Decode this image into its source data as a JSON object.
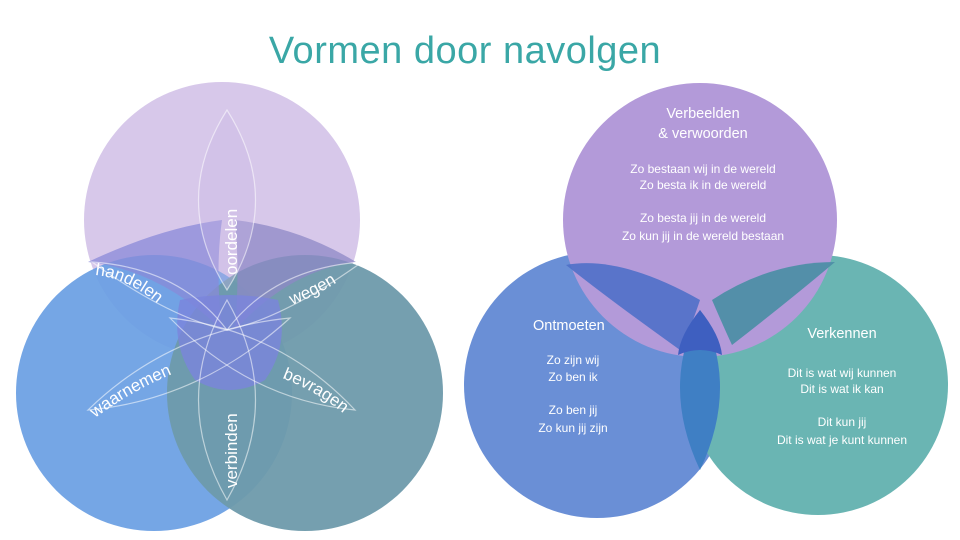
{
  "title": "Vormen door navolgen",
  "left_diagram": {
    "petal_labels": {
      "oordelen": "oordelen",
      "handelen": "handelen",
      "wegen": "wegen",
      "waarnemen": "waarnemen",
      "bevragen": "bevragen",
      "verbinden": "verbinden"
    },
    "colors": {
      "top": "#d7c8ea",
      "left": "#6b9fe3",
      "right": "#6e9aab"
    }
  },
  "right_diagram": {
    "top": {
      "heading_line1": "Verbeelden",
      "heading_line2": "& verwoorden",
      "text1_line1": "Zo bestaan wij in de wereld",
      "text1_line2": "Zo besta ik in de wereld",
      "text2_line1": "Zo besta jij in de wereld",
      "text2_line2": "Zo kun jij in de wereld bestaan"
    },
    "left": {
      "heading": "Ontmoeten",
      "text1_line1": "Zo zijn wij",
      "text1_line2": "Zo ben ik",
      "text2_line1": "Zo ben jij",
      "text2_line2": "Zo kun jij zijn"
    },
    "right": {
      "heading": "Verkennen",
      "text1_line1": "Dit is wat wij kunnen",
      "text1_line2": "Dit is wat ik kan",
      "text2_line1": "Dit kun jij",
      "text2_line2": "Dit is wat je kunt kunnen"
    },
    "colors": {
      "top": "#b39ad9",
      "left": "#6a8fd6",
      "right": "#6ab5b3"
    }
  }
}
